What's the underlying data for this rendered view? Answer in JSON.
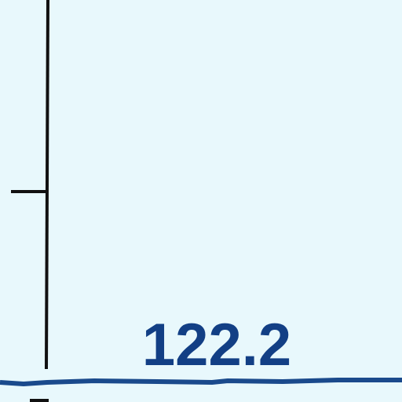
{
  "colors": {
    "background": "#e8f8fc",
    "axis": "#111111",
    "series": "#1a4a8c",
    "label": "#123f85"
  },
  "chart_data": {
    "type": "line",
    "title": "",
    "xlabel": "",
    "ylabel": "",
    "grid": false,
    "legend": "none",
    "series": [
      {
        "values": [
          122.2
        ],
        "data_labels": [
          "122.2"
        ]
      }
    ]
  }
}
